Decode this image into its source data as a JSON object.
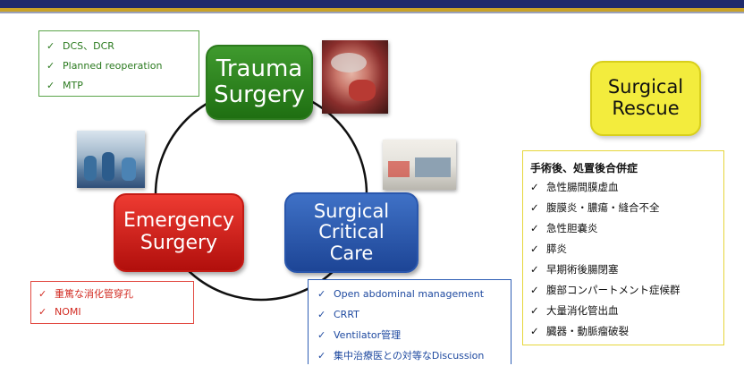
{
  "header": {
    "colors": {
      "navy": "#1f2a6b",
      "gold": "#c9a227"
    }
  },
  "nodes": {
    "trauma": {
      "lines": [
        "Trauma",
        "Surgery"
      ],
      "color": "#2c7a1d"
    },
    "emergency": {
      "lines": [
        "Emergency",
        "Surgery"
      ],
      "color": "#c41a14"
    },
    "critical": {
      "lines": [
        "Surgical",
        "Critical",
        "Care"
      ],
      "color": "#2a57ad"
    },
    "rescue": {
      "lines": [
        "Surgical",
        "Rescue"
      ],
      "color": "#f3ec3d"
    }
  },
  "check_glyph": "✓",
  "trauma_box": {
    "items": [
      "DCS、DCR",
      "Planned reoperation",
      "MTP"
    ]
  },
  "emergency_box": {
    "items": [
      "重篤な消化管穿孔",
      "NOMI"
    ]
  },
  "critical_box": {
    "items": [
      "Open abdominal management",
      "CRRT",
      "Ventilator管理",
      "集中治療医との対等なDiscussion"
    ]
  },
  "rescue_box": {
    "heading": "手術後、処置後合併症",
    "items": [
      "急性腸間膜虚血",
      "腹膜炎・膿瘍・縫合不全",
      "急性胆嚢炎",
      "膵炎",
      "早期術後腸閉塞",
      "腹部コンパートメント症候群",
      "大量消化管出血",
      "臓器・動脈瘤破裂"
    ]
  }
}
